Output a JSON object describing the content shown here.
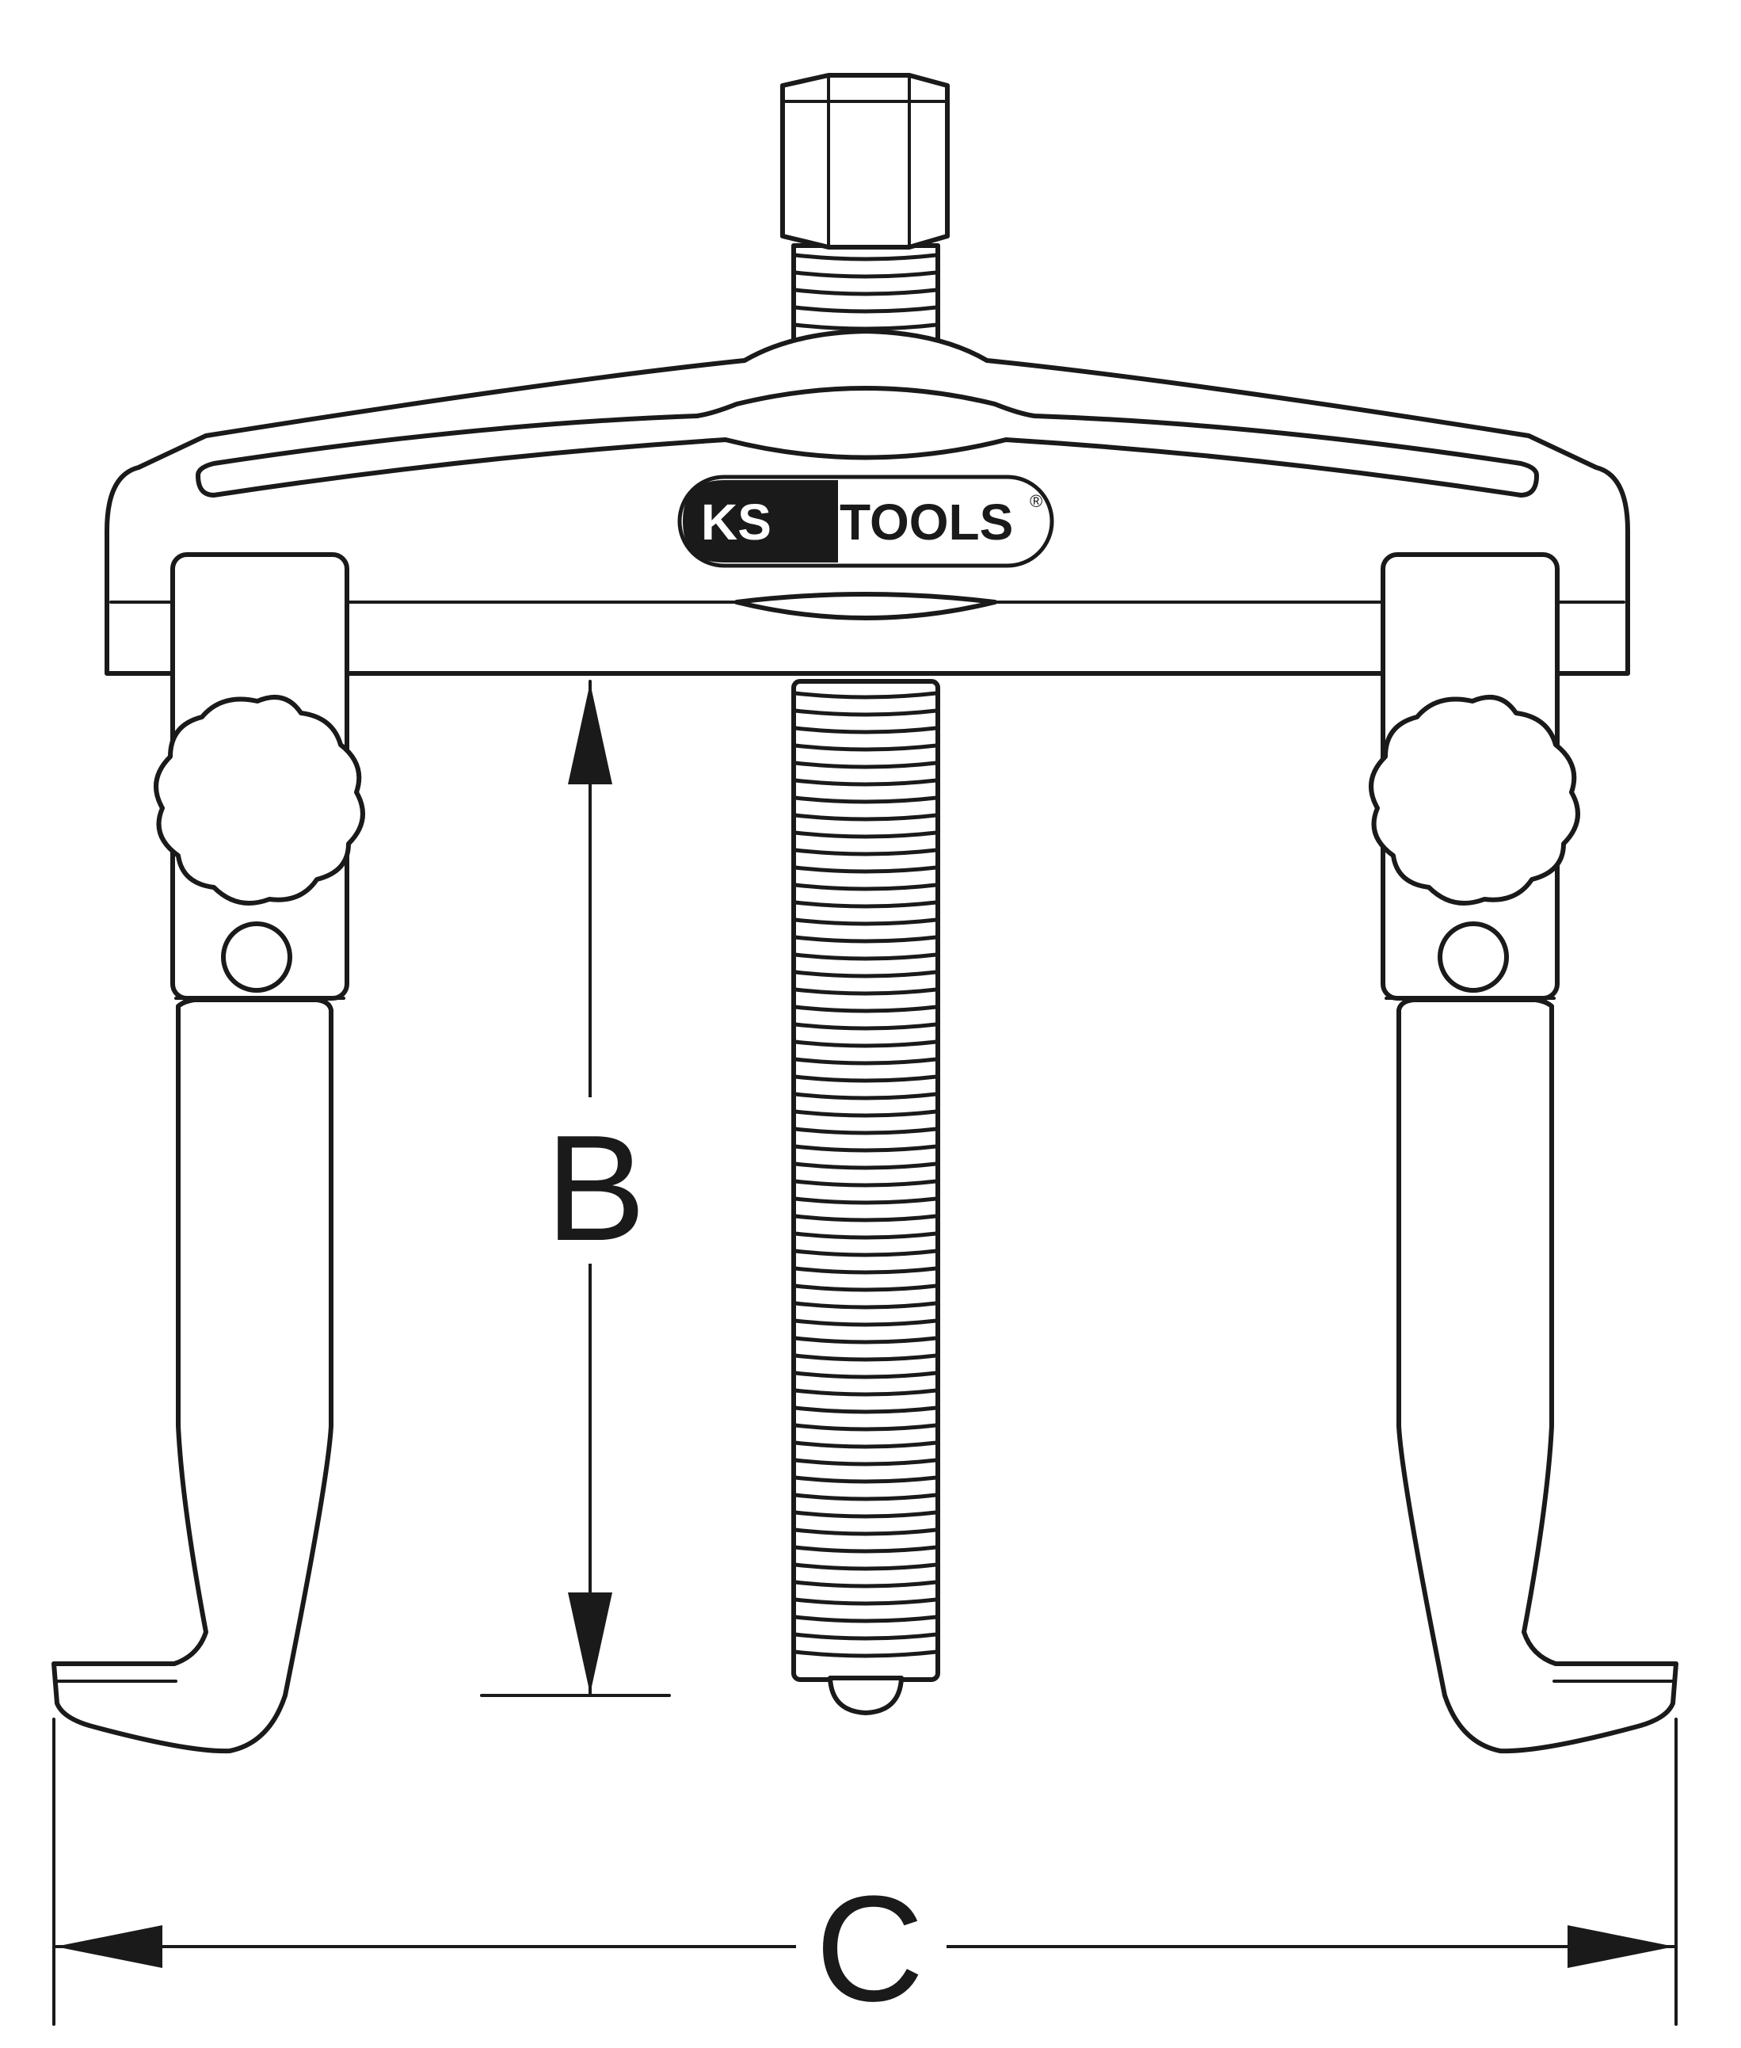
{
  "logo": {
    "brand_left": "KS",
    "brand_right": "TOOLS",
    "registered": "®"
  },
  "dimensions": {
    "height_label": "B",
    "width_label": "C"
  },
  "colors": {
    "line": "#1a1a1a",
    "background": "#ffffff"
  }
}
